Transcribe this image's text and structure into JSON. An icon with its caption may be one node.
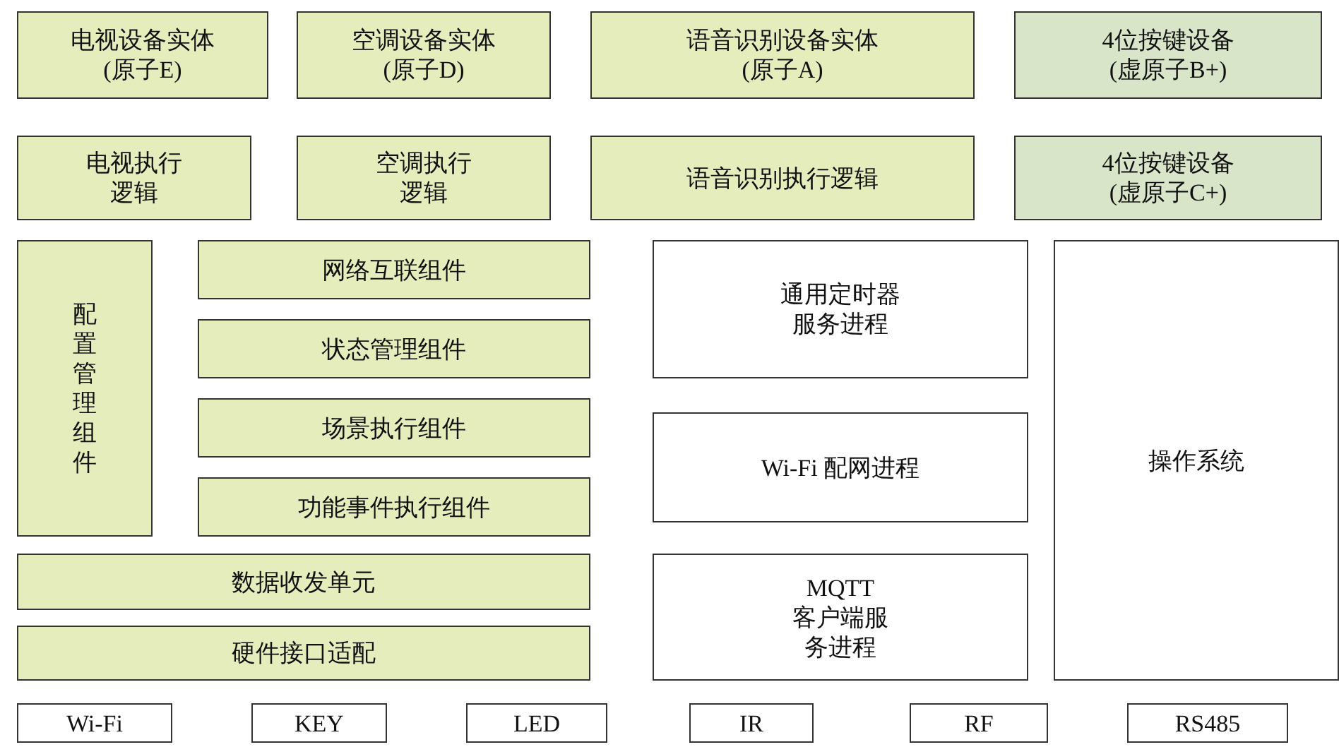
{
  "diagram": {
    "nodes": [
      {
        "text": [
          "电视设备实体 (原子E)"
        ]
      },
      {
        "text": [
          "空调设备实体 (原子D)"
        ]
      },
      {
        "text": [
          "语音识别设备实体 (原子A)"
        ]
      },
      {
        "text": [
          "4位按键设备 (虚原子B+)"
        ]
      },
      {
        "text": [
          "电视执行逻辑"
        ]
      },
      {
        "text": [
          "空调执行逻辑"
        ]
      },
      {
        "text": [
          "语音识别执行逻辑"
        ]
      },
      {
        "text": [
          "4位按键设备 (虚原子C+)"
        ]
      },
      {
        "text": [
          "配置管理组件"
        ]
      },
      {
        "text": [
          "网络互联组件"
        ]
      },
      {
        "text": [
          "通用定时器服务进程"
        ]
      },
      {
        "text": [
          "操作系统"
        ]
      },
      {
        "text": [
          "状态管理组件"
        ]
      },
      {
        "text": [
          "Wi-Fi 配网进程"
        ]
      },
      {
        "text": [
          "场景执行组件"
        ]
      },
      {
        "text": [
          "功能事件执行组件"
        ]
      },
      {
        "text": [
          "数据收发单元"
        ]
      },
      {
        "text": [
          "MQTT 客户端服务进程"
        ]
      },
      {
        "text": [
          "硬件接口适配"
        ]
      },
      {
        "text": [
          "Wi-Fi"
        ]
      },
      {
        "text": [
          "KEY"
        ]
      },
      {
        "text": [
          "LED"
        ]
      },
      {
        "text": [
          "IR"
        ]
      },
      {
        "text": [
          "RF"
        ]
      },
      {
        "text": [
          "RS485"
        ]
      }
    ],
    "edges": []
  }
}
